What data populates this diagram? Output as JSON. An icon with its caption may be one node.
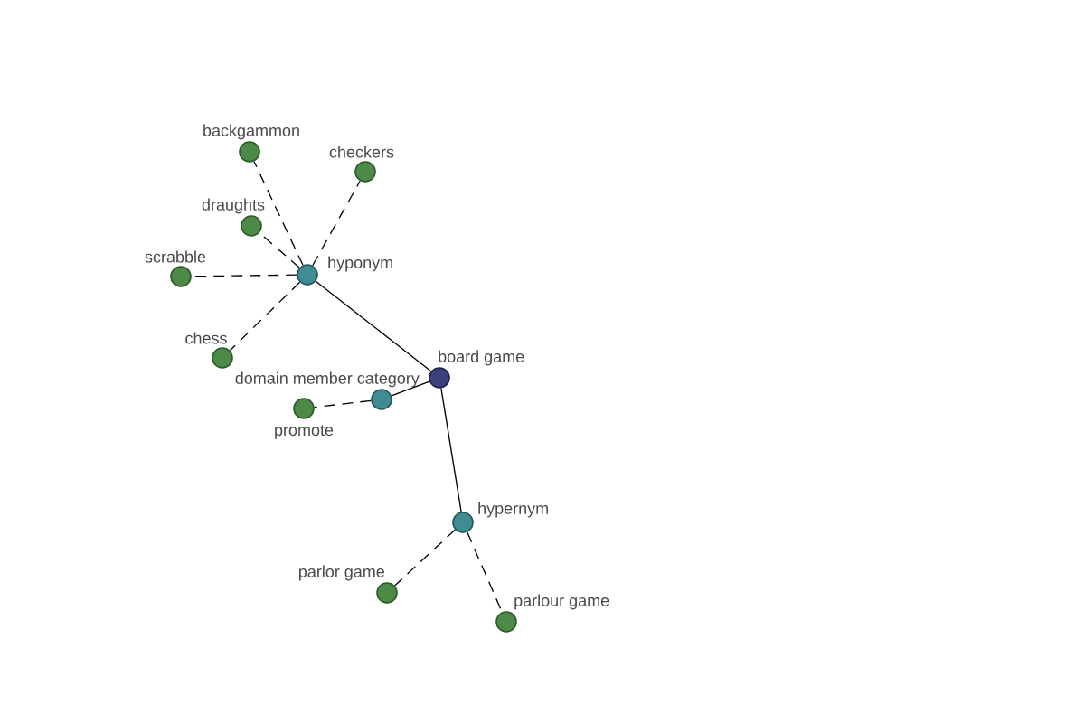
{
  "diagram": {
    "nodes": [
      {
        "text": [
          "board game"
        ]
      },
      {
        "text": [
          "hyponym"
        ]
      },
      {
        "text": [
          "backgammon"
        ]
      },
      {
        "text": [
          "checkers"
        ]
      },
      {
        "text": [
          "draughts"
        ]
      },
      {
        "text": [
          "scrabble"
        ]
      },
      {
        "text": [
          "chess"
        ]
      },
      {
        "text": [
          "domain member category"
        ]
      },
      {
        "text": [
          "promote"
        ]
      },
      {
        "text": [
          "hypernym"
        ]
      },
      {
        "text": [
          "parlor game"
        ]
      },
      {
        "text": [
          "parlour game"
        ]
      }
    ],
    "edges": [
      {
        "from": 0,
        "to": 1,
        "arrow": "none"
      },
      {
        "from": 1,
        "to": 2,
        "arrow": "none",
        "style": "dashed"
      },
      {
        "from": 1,
        "to": 3,
        "arrow": "none",
        "style": "dashed"
      },
      {
        "from": 1,
        "to": 4,
        "arrow": "none",
        "style": "dashed"
      },
      {
        "from": 1,
        "to": 5,
        "arrow": "none",
        "style": "dashed"
      },
      {
        "from": 1,
        "to": 6,
        "arrow": "none",
        "style": "dashed"
      },
      {
        "from": 0,
        "to": 7,
        "arrow": "none"
      },
      {
        "from": 7,
        "to": 8,
        "arrow": "none",
        "style": "dashed"
      },
      {
        "from": 0,
        "to": 9,
        "arrow": "none"
      },
      {
        "from": 9,
        "to": 10,
        "arrow": "none",
        "style": "dashed"
      },
      {
        "from": 9,
        "to": 11,
        "arrow": "none",
        "style": "dashed"
      }
    ]
  }
}
